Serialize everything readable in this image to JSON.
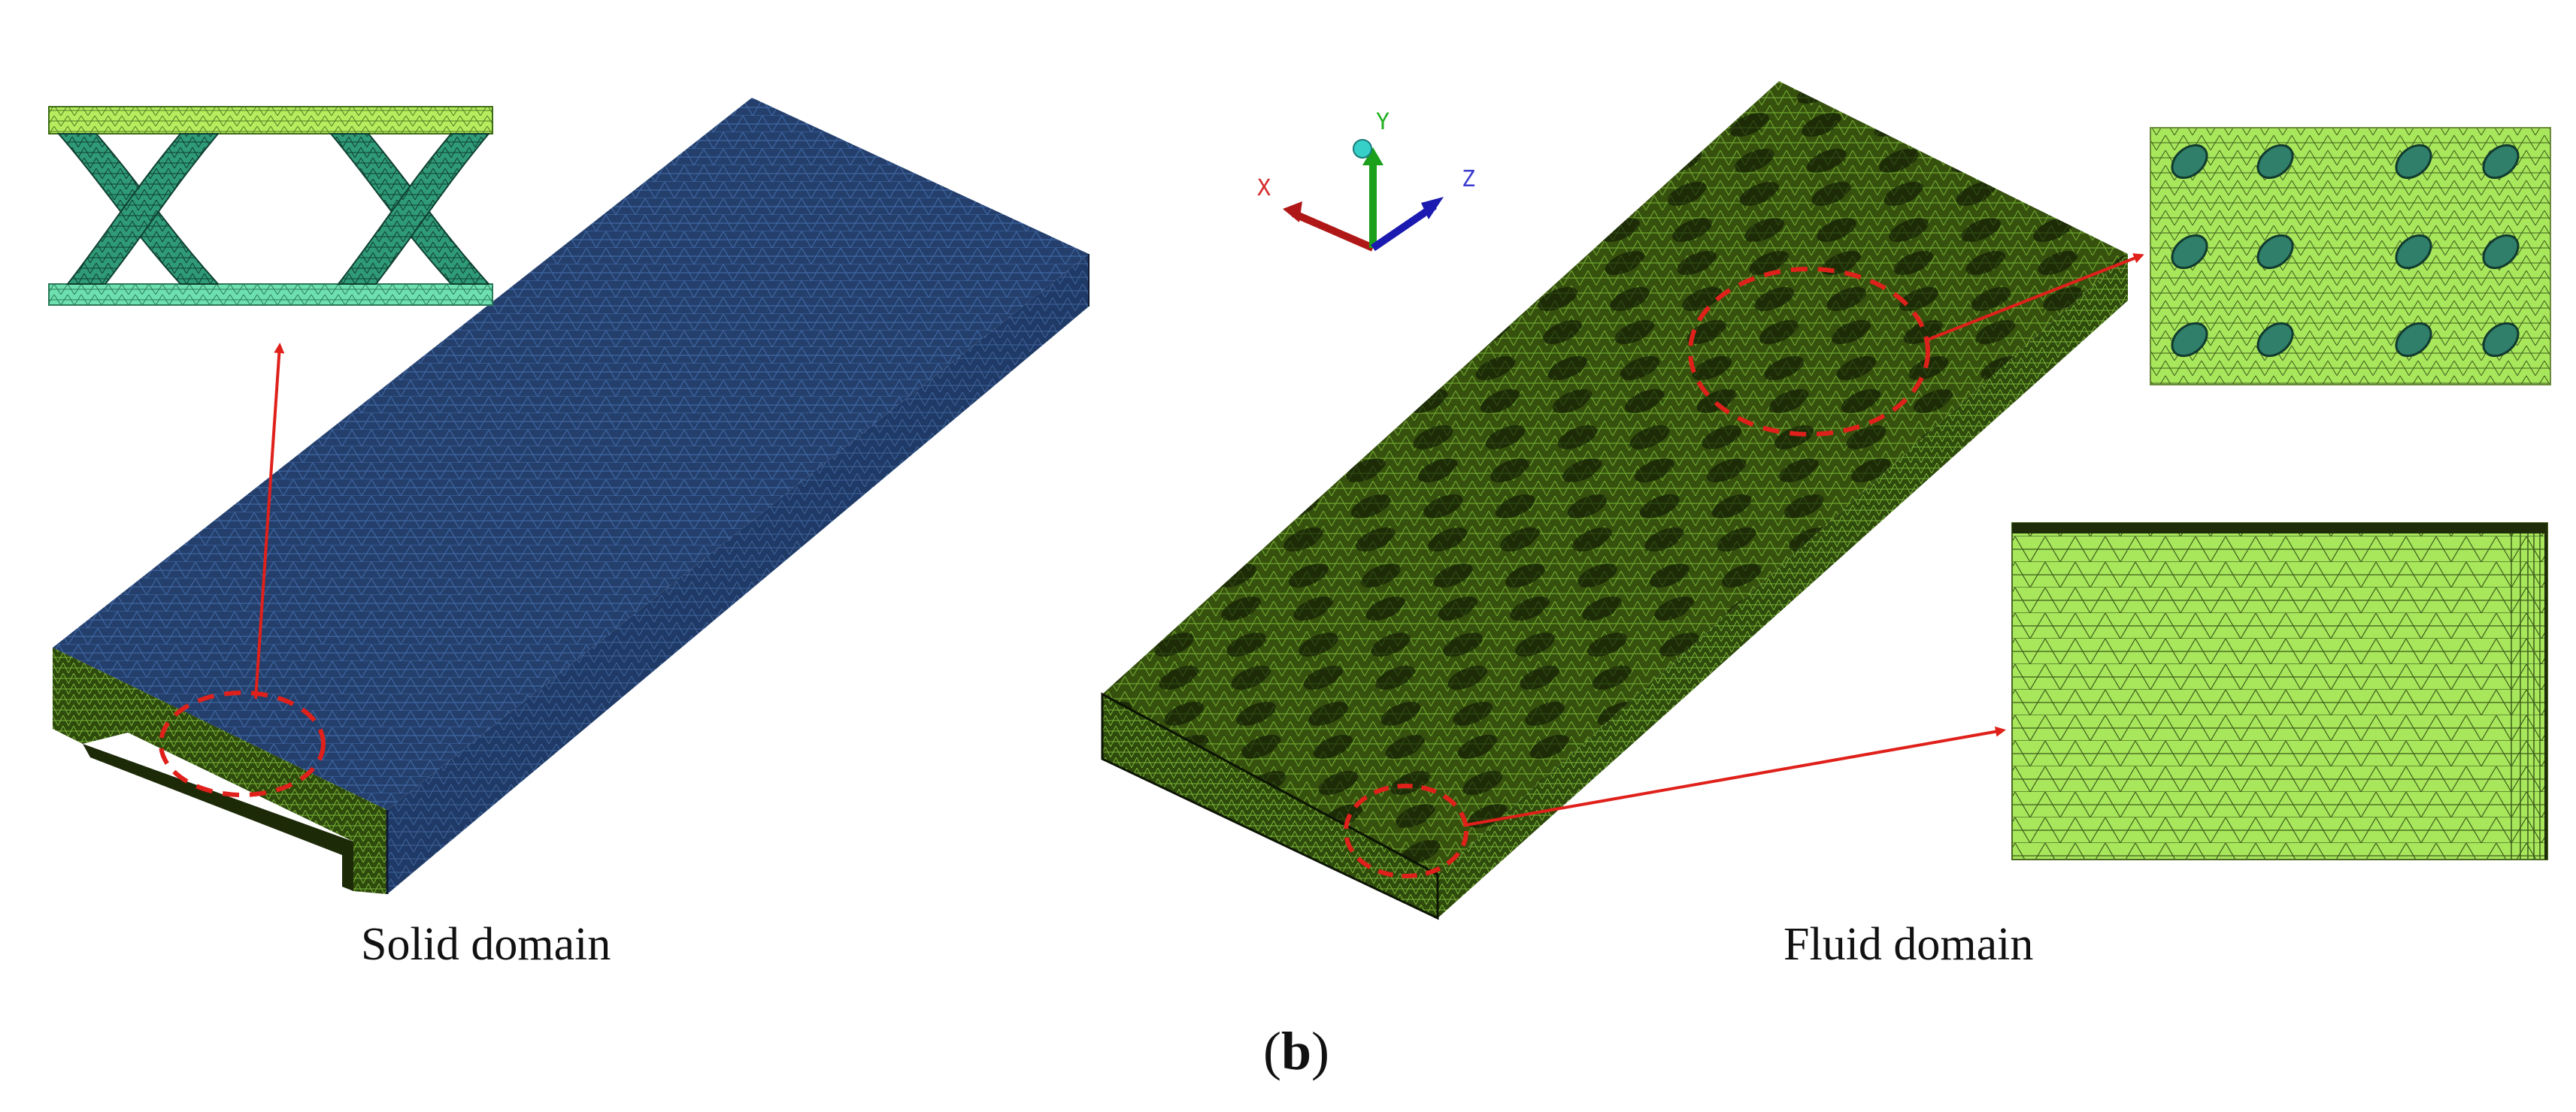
{
  "captions": {
    "solid": "Solid domain",
    "fluid": "Fluid domain",
    "panel_open": "(",
    "panel_letter": "b",
    "panel_close": ")"
  },
  "axes": {
    "x": "X",
    "y": "Y",
    "z": "Z"
  },
  "colors": {
    "solid_mesh": "#2b4a7a",
    "solid_mesh_light": "#3e66a3",
    "fluid_mesh": "#3e5a12",
    "fluid_mesh_light": "#8fd24a",
    "inset_green": "#a8e65c",
    "strut_teal": "#2f9a78",
    "annotation_red": "#e0201a",
    "axis_x": "#b01818",
    "axis_y": "#1aa01a",
    "axis_z": "#1a1ab0"
  }
}
